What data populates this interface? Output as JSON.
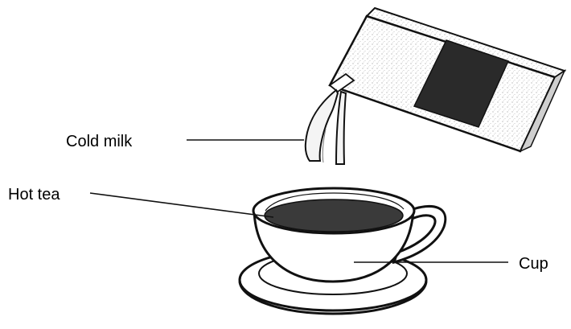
{
  "labels": {
    "cold_milk": "Cold milk",
    "hot_tea": "Hot tea",
    "cup": "Cup"
  },
  "colors": {
    "ink": "#111111",
    "tea": "#3a3a3a",
    "carton_band": "#2a2a2a",
    "paper": "#ffffff"
  }
}
